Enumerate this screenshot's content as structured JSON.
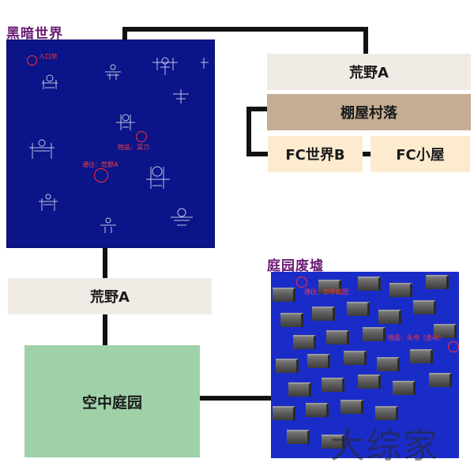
{
  "titles": {
    "dark_world": "黑暗世界",
    "garden_ruins": "庭园废墟"
  },
  "nodes": {
    "wasteland_top": "荒野A",
    "shack_village": "棚屋村落",
    "fc_world_b": "FC世界B",
    "fc_hut": "FC小屋",
    "wasteland_left": "荒野A",
    "sky_garden": "空中庭园"
  },
  "dark_map": {
    "entrance": "入口处",
    "item": "物品：菜刀",
    "exit": "通往：荒野A"
  },
  "garden_map": {
    "exit": "通往：空中庭园",
    "item": "物品：头巾（金动）"
  },
  "watermark": "大综家",
  "colors": {
    "title": "#6a1a74",
    "wasteland_fill": "#f1ebe6",
    "shack_fill": "#c4ad93",
    "fc_fill": "#fcebcf",
    "sky_garden_fill": "#9fd1a8",
    "dark_map_bg": "#0b1488",
    "garden_map_bg": "#1a2cc8",
    "marker_red": "#ff3030"
  }
}
